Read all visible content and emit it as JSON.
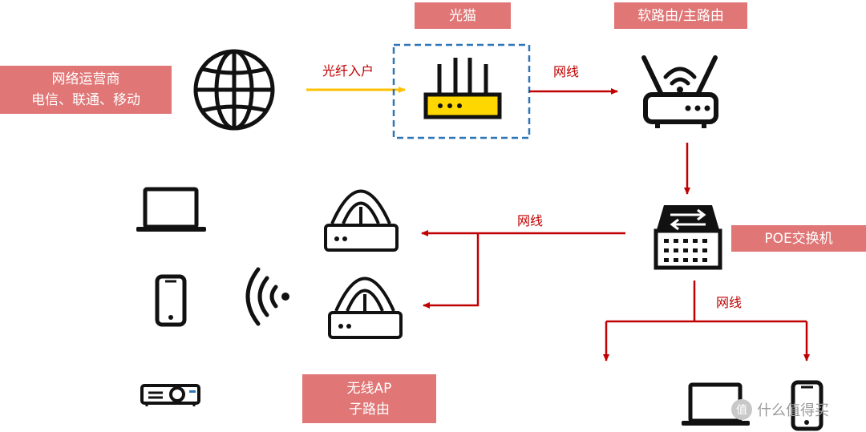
{
  "labels": {
    "isp_line1": "网络运营商",
    "isp_line2": "电信、联通、移动",
    "modem": "光猫",
    "main_router": "软路由/主路由",
    "poe_switch": "POE交换机",
    "ap_line1": "无线AP",
    "ap_line2": "子路由"
  },
  "connections": {
    "fiber": "光纤入户",
    "ethernet_modem_router": "网线",
    "ethernet_switch_ap": "网线",
    "ethernet_switch_devices": "网线"
  },
  "watermark": {
    "badge": "值",
    "text": "什么值得买"
  },
  "colors": {
    "label_bg": "#e07676",
    "ethernet_line": "#c00000",
    "fiber_line": "#ffc000",
    "modem_highlight": "#ffd700",
    "modem_box_border": "#2e75b6"
  }
}
